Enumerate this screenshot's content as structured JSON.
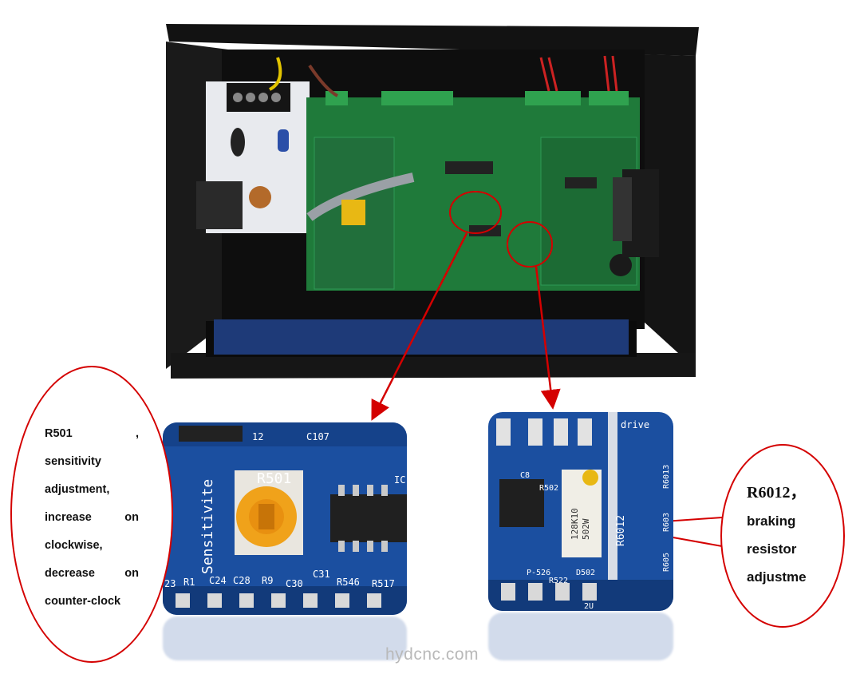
{
  "left_note": {
    "lines": [
      "R501",
      ",",
      "sensitivity",
      "adjustment,",
      "increase",
      "on",
      "clockwise,",
      "decrease",
      "on",
      "counter-clock"
    ]
  },
  "right_note": {
    "title": "R6012，",
    "lines": [
      "braking",
      "resistor",
      "adjustme"
    ]
  },
  "closeup_left": {
    "silkscreen": [
      "R501",
      "Sensitivite",
      "C107",
      "12",
      "IC",
      "23",
      "R1",
      "C24",
      "C28",
      "R9",
      "C30",
      "C31",
      "R546",
      "R517"
    ]
  },
  "closeup_right": {
    "silkscreen": [
      "drive",
      "C8",
      "R502",
      "R6012",
      "R6013",
      "P-526",
      "R522",
      "D502",
      "R603",
      "R605",
      "2U",
      "128K10",
      "502W"
    ]
  },
  "watermark": "hydcnc.com",
  "colors": {
    "callout": "#d40000",
    "pcb_green": "#1f7a3a",
    "pcb_blue": "#1b4fa0",
    "pot_yellow": "#f0a21a"
  }
}
